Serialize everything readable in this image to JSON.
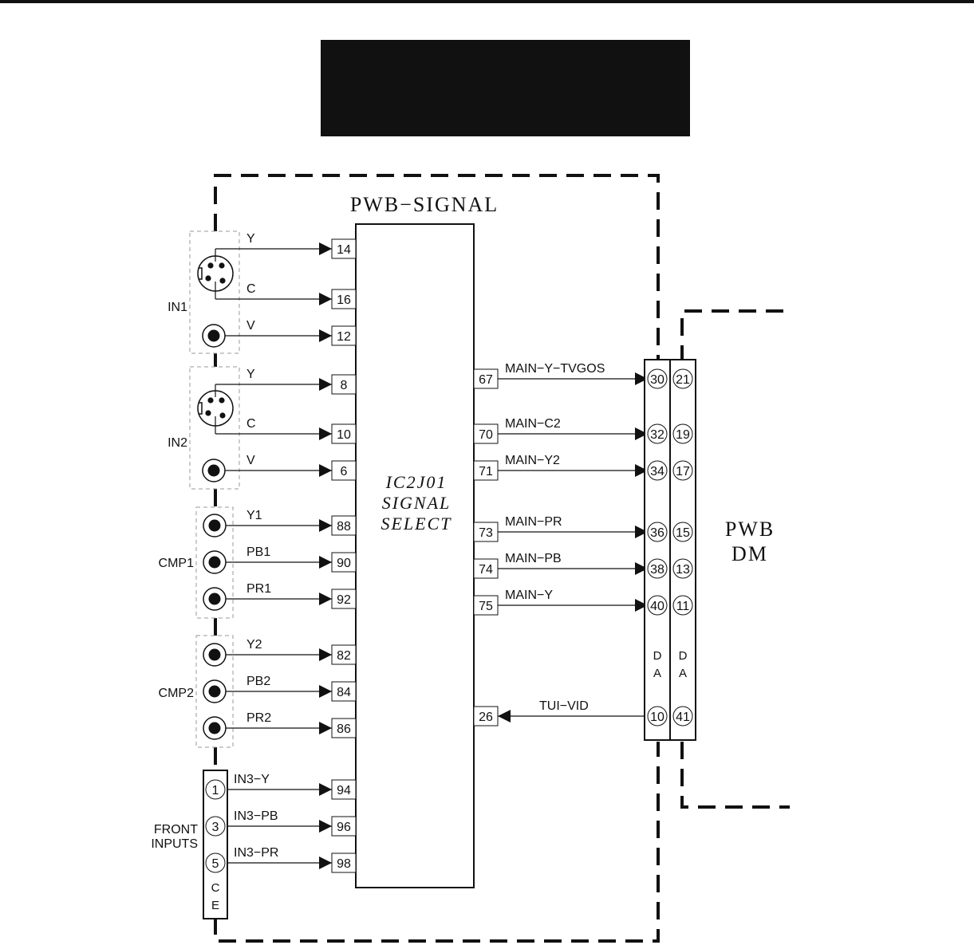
{
  "header": {
    "banner_color": "#111111"
  },
  "board": {
    "title": "PWB−SIGNAL"
  },
  "ic": {
    "line1": "IC2J01",
    "line2": "SIGNAL",
    "line3": "SELECT"
  },
  "inputs": {
    "in1": "IN1",
    "in2": "IN2",
    "cmp1": "CMP1",
    "cmp2": "CMP2",
    "front_line1": "FRONT",
    "front_line2": "INPUTS",
    "front_connector_letters": [
      "C",
      "E"
    ]
  },
  "input_signals": [
    {
      "label": "Y",
      "pin": "14"
    },
    {
      "label": "C",
      "pin": "16"
    },
    {
      "label": "V",
      "pin": "12"
    },
    {
      "label": "Y",
      "pin": "8"
    },
    {
      "label": "C",
      "pin": "10"
    },
    {
      "label": "V",
      "pin": "6"
    },
    {
      "label": "Y1",
      "pin": "88"
    },
    {
      "label": "PB1",
      "pin": "90"
    },
    {
      "label": "PR1",
      "pin": "92"
    },
    {
      "label": "Y2",
      "pin": "82"
    },
    {
      "label": "PB2",
      "pin": "84"
    },
    {
      "label": "PR2",
      "pin": "86"
    },
    {
      "label": "IN3−Y",
      "pin": "94",
      "conn_pin": "1"
    },
    {
      "label": "IN3−PB",
      "pin": "96",
      "conn_pin": "3"
    },
    {
      "label": "IN3−PR",
      "pin": "98",
      "conn_pin": "5"
    }
  ],
  "output_signals": [
    {
      "pin": "67",
      "label": "MAIN−Y−TVGOS",
      "conn_a": "30",
      "conn_b": "21"
    },
    {
      "pin": "70",
      "label": "MAIN−C2",
      "conn_a": "32",
      "conn_b": "19"
    },
    {
      "pin": "71",
      "label": "MAIN−Y2",
      "conn_a": "34",
      "conn_b": "17"
    },
    {
      "pin": "73",
      "label": "MAIN−PR",
      "conn_a": "36",
      "conn_b": "15"
    },
    {
      "pin": "74",
      "label": "MAIN−PB",
      "conn_a": "38",
      "conn_b": "13"
    },
    {
      "pin": "75",
      "label": "MAIN−Y",
      "conn_a": "40",
      "conn_b": "11"
    },
    {
      "pin": "26",
      "label": "TUI−VID",
      "conn_a": "10",
      "conn_b": "41"
    }
  ],
  "connector_letters": {
    "a": [
      "D",
      "A"
    ],
    "b": [
      "D",
      "A"
    ]
  },
  "dm": {
    "line1": "PWB",
    "line2": "DM"
  }
}
